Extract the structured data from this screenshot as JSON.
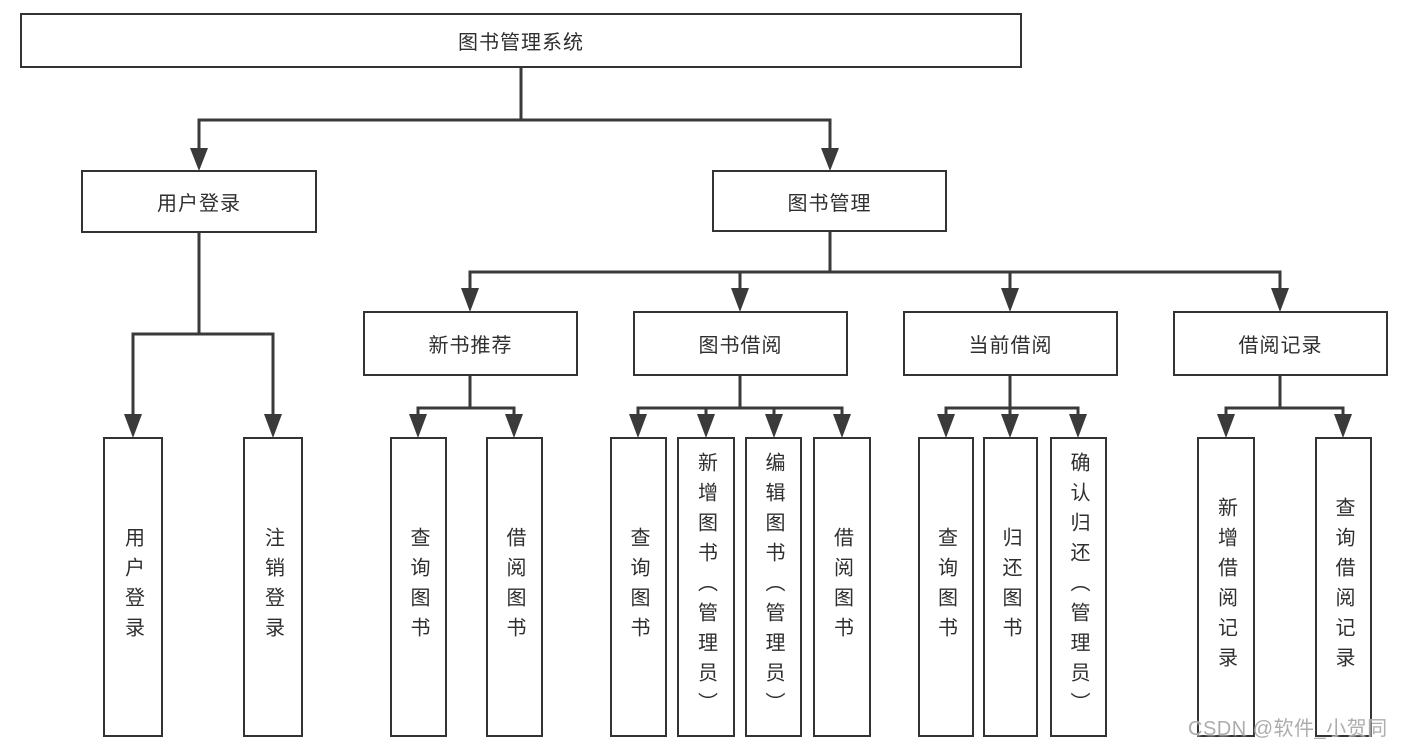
{
  "colors": {
    "line": "#3a3a3a",
    "box_border": "#333333",
    "text": "#2f2f2f",
    "background": "#ffffff",
    "watermark": "#adadad"
  },
  "nodes": {
    "root": "图书管理系统",
    "user_login": "用户登录",
    "book_management": "图书管理",
    "l3": [
      "新书推荐",
      "图书借阅",
      "当前借阅",
      "借阅记录"
    ],
    "user_login_children": [
      "用户登录",
      "注销登录"
    ],
    "new_book_children": [
      "查询图书",
      "借阅图书"
    ],
    "book_borrow_children": [
      "查询图书",
      "新增图书（管理员）",
      "编辑图书（管理员）",
      "借阅图书"
    ],
    "current_borrow_children": [
      "查询图书",
      "归还图书",
      "确认归还（管理员）"
    ],
    "borrow_record_children": [
      "新增借阅记录",
      "查询借阅记录"
    ]
  },
  "watermark": "CSDN @软件_小贺同学"
}
